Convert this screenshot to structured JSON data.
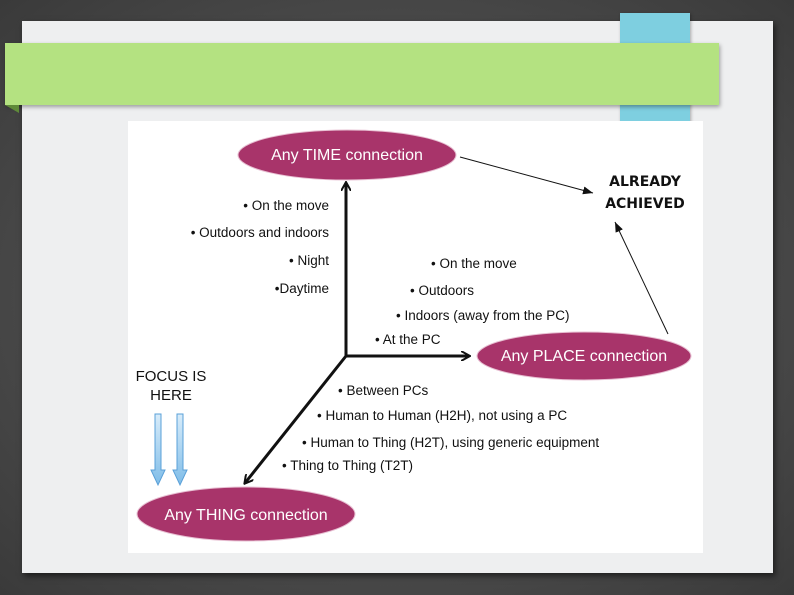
{
  "slide": {
    "title_bar_color": "#b4e281",
    "accent_tab_color": "#7ecfe0",
    "ellipse_color": "#a8346a"
  },
  "diagram": {
    "time_node": "Any TIME connection",
    "place_node": "Any PLACE connection",
    "thing_node": "Any THING connection",
    "time_items": [
      "• On the move",
      "• Outdoors and indoors",
      "• Night",
      "•Daytime"
    ],
    "place_items": [
      "• On the move",
      "• Outdoors",
      "• Indoors (away from the PC)",
      "• At the PC"
    ],
    "thing_items": [
      "• Between PCs",
      "• Human to Human (H2H), not using a PC",
      "• Human to Thing (H2T), using generic equipment",
      "• Thing to Thing (T2T)"
    ]
  },
  "annotations": {
    "already_line1": "ALREADY",
    "already_line2": "ACHIEVED",
    "focus_line1": "FOCUS IS",
    "focus_line2": "HERE"
  }
}
